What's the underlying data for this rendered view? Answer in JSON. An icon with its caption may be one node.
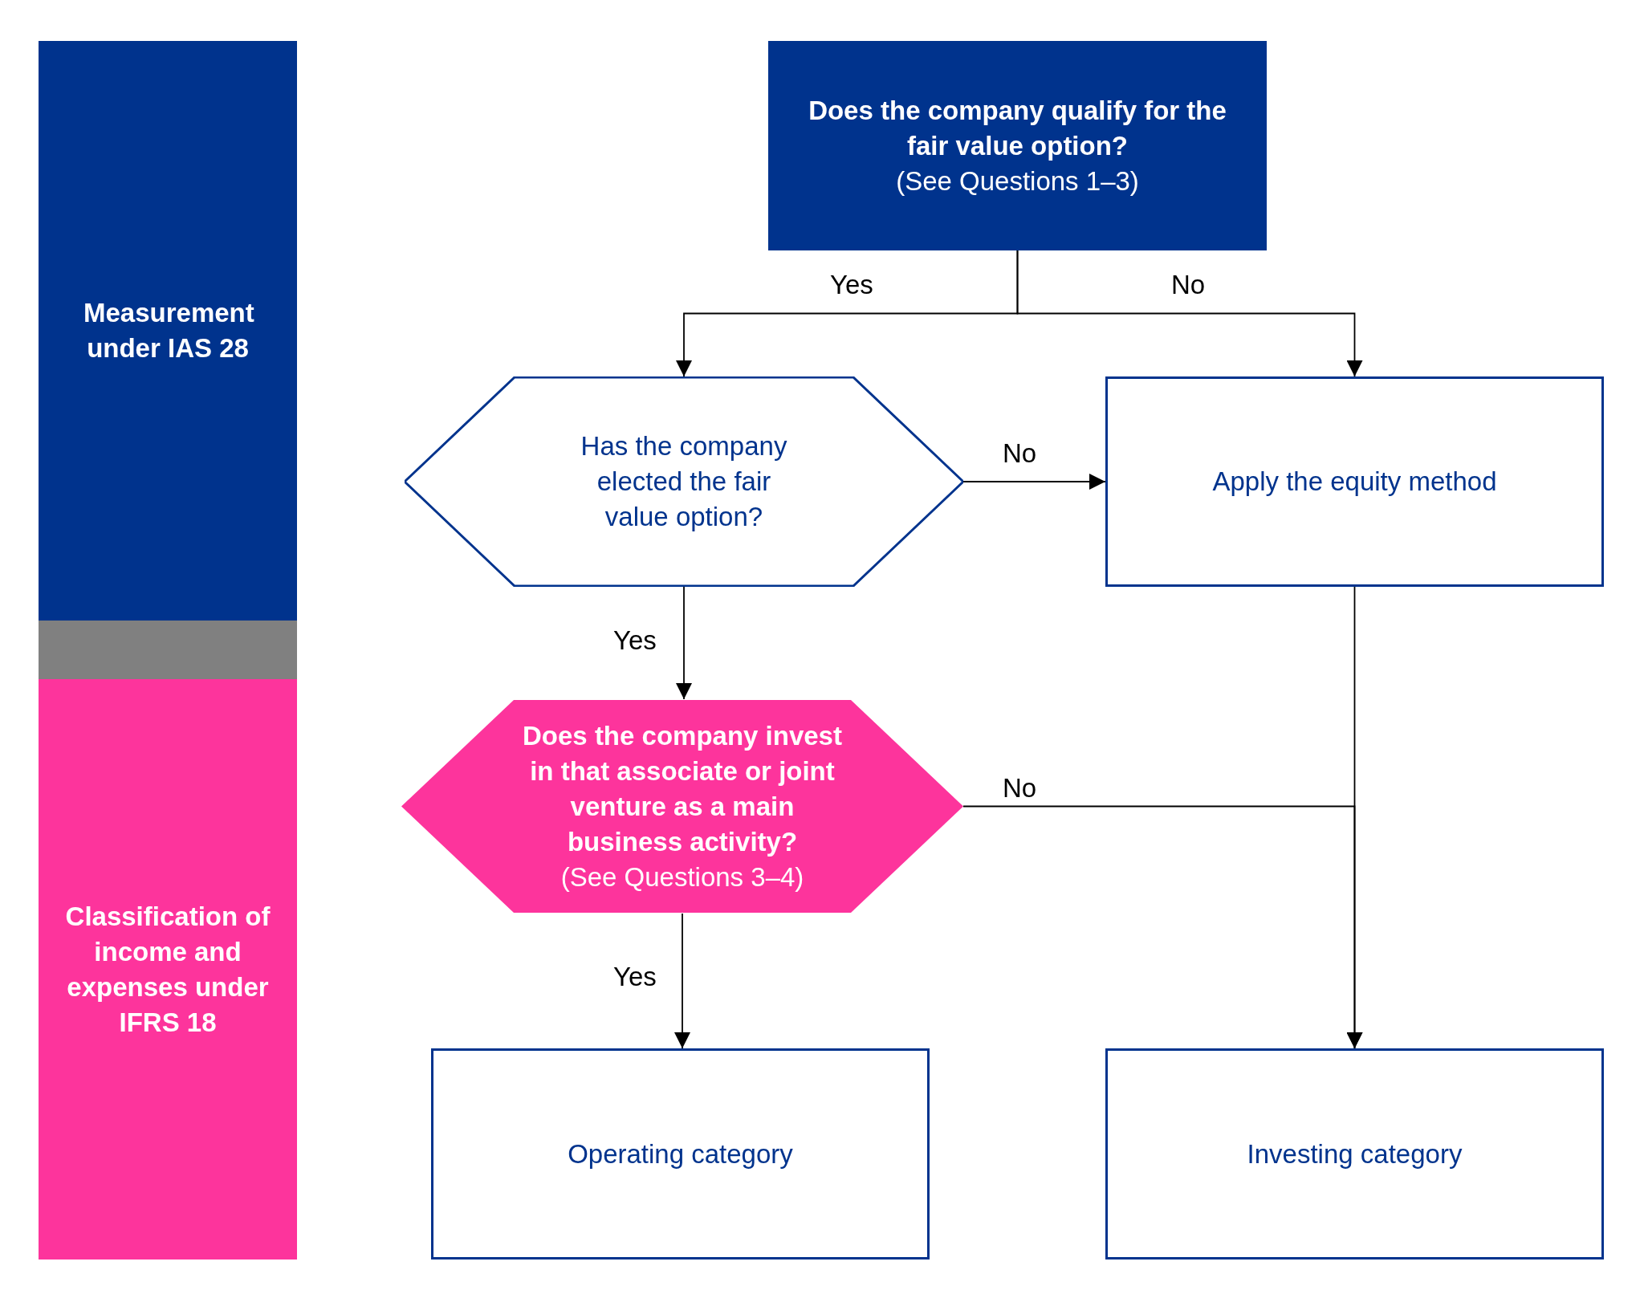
{
  "diagram": {
    "nodes": [
      {
        "text": [
          "Measurement under IAS 28"
        ]
      },
      {
        "text": [],
        "shape": "bar"
      },
      {
        "text": [
          "Classification of income and expenses under IFRS 18"
        ]
      },
      {
        "text": [
          "Does the company qualify for the fair value option?",
          "(See Questions 1–3)"
        ]
      },
      {
        "text": [
          "Has the company elected the fair value option?"
        ]
      },
      {
        "text": [
          "Apply the equity method"
        ]
      },
      {
        "text": [
          "Does the company invest in that associate or joint venture as a main business activity?",
          "(See Questions 3–4)"
        ]
      },
      {
        "text": [
          "Operating category"
        ]
      },
      {
        "text": [
          "Investing category"
        ]
      }
    ],
    "edges": [
      {
        "from": 3,
        "to": 4,
        "arrow": "to",
        "label": "Yes"
      },
      {
        "from": 3,
        "to": 5,
        "arrow": "to",
        "label": "No"
      },
      {
        "from": 4,
        "to": 5,
        "arrow": "to",
        "label": "No"
      },
      {
        "from": 4,
        "to": 6,
        "arrow": "to",
        "label": "Yes"
      },
      {
        "from": 6,
        "to": 8,
        "arrow": "to",
        "label": "No"
      },
      {
        "from": 6,
        "to": 7,
        "arrow": "to",
        "label": "Yes"
      },
      {
        "from": 5,
        "to": 8,
        "arrow": "to"
      }
    ]
  }
}
